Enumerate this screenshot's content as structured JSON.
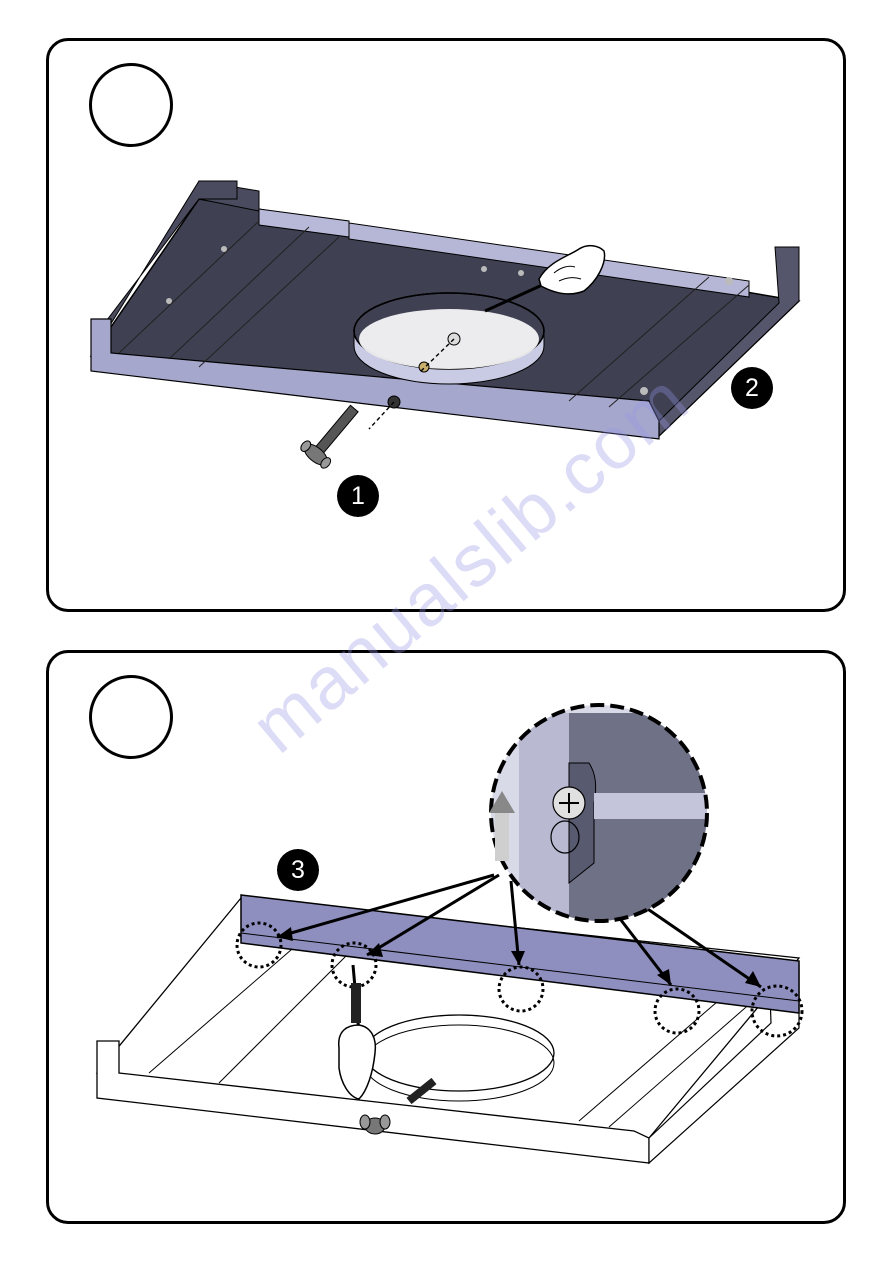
{
  "step1": {
    "callouts": {
      "a": "1",
      "b": "2"
    }
  },
  "step2": {
    "callouts": {
      "a": "3"
    }
  },
  "watermark": {
    "text": "manualslib.com"
  },
  "colors": {
    "tray_dark": "#3c3d4f",
    "tray_light": "#9798c0",
    "highlight_bar": "#8e8fbe",
    "outline": "#000000"
  },
  "icons": [
    "hand-with-screwdriver-icon",
    "wing-screw-icon",
    "up-arrow-icon",
    "detail-magnifier-icon"
  ]
}
